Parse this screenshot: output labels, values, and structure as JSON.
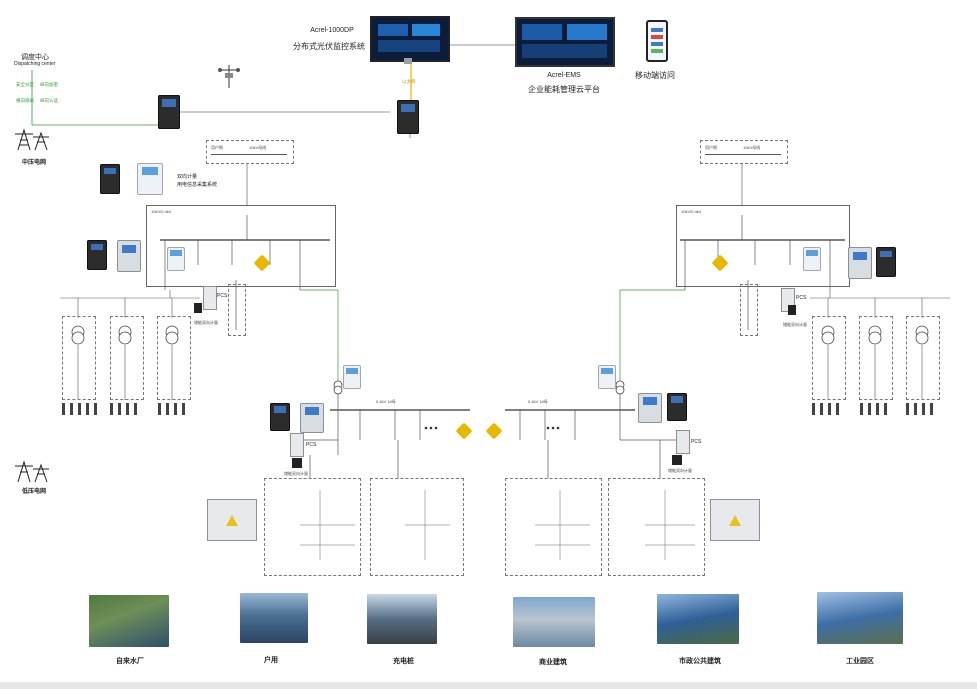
{
  "top": {
    "monitor_system": {
      "name": "Acrel-1000DP",
      "desc": "分布式光伏监控系统"
    },
    "ems_platform": {
      "name": "Acrel-EMS",
      "desc": "企业能耗管理云平台"
    },
    "mobile": {
      "desc": "移动端访问"
    },
    "ethernet_label": "以太网"
  },
  "dispatch": {
    "title_cn": "调度中心",
    "title_en": "Dispatching center",
    "security_zone": "安全分区",
    "isolation": "纵向加密",
    "vertical_encrypt": "横向隔离",
    "auth": "纵向认证"
  },
  "grid": {
    "medium_voltage": "中压电网",
    "low_voltage": "低压电网"
  },
  "metering": {
    "line1": "双向计量",
    "line2": "用电信息采集系统"
  },
  "pcs_label": "PCS",
  "storage_meter_label": "储能双向计量",
  "busbar_labels": {
    "user_side_left": "用户侧",
    "grid_side_left": "10kV母线",
    "user_side_right": "用户侧",
    "grid_side_right": "10kV母线",
    "ac_bus_left": "10kV/0.4kV",
    "ac_bus_right": "10kV/0.4kV",
    "lv_bus_left": "0.4kV 1#母",
    "lv_bus_right": "0.4kV 1#母"
  },
  "scenarios": [
    {
      "label": "自来水厂"
    },
    {
      "label": "户用"
    },
    {
      "label": "充电桩"
    },
    {
      "label": "商业建筑"
    },
    {
      "label": "市政公共建筑"
    },
    {
      "label": "工业园区"
    }
  ],
  "colors": {
    "line_green": "#2e9c3a",
    "line_gray": "#666666",
    "accent_blue": "#3e7ac9",
    "warning_yellow": "#e8c21a"
  }
}
